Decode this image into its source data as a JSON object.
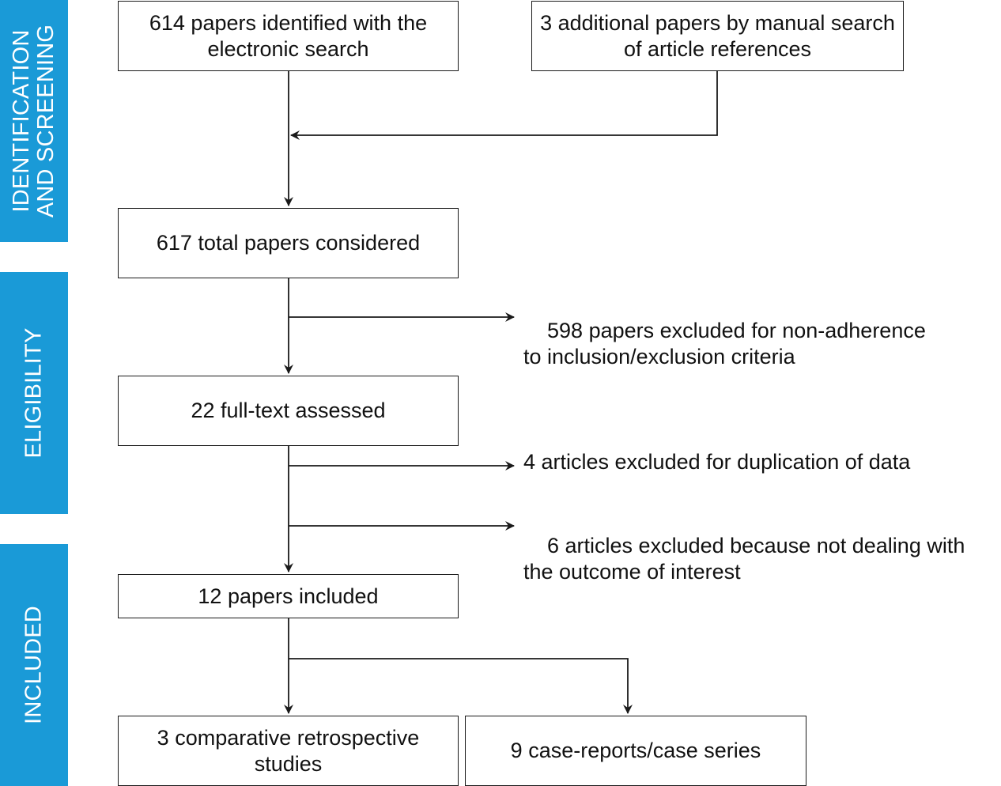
{
  "bands": {
    "identification": "IDENTIFICATION\nAND SCREENING",
    "eligibility": "ELIGIBILITY",
    "included": "INCLUDED"
  },
  "boxes": {
    "electronic_search": "614 papers identified with the electronic search",
    "manual_search": "3 additional papers by manual search of article references",
    "total_considered": "617 total papers considered",
    "full_text_assessed": "22 full-text assessed",
    "papers_included": "12 papers included",
    "comparative_studies": "3 comparative retrospective studies",
    "case_reports": "9 case-reports/case series"
  },
  "exclusions": {
    "non_adherence": "598 papers excluded for non-adherence\nto inclusion/exclusion criteria",
    "duplication": "4 articles excluded for duplication of data",
    "outcome": "6 articles excluded because not dealing with\nthe outcome of interest"
  },
  "colors": {
    "band_blue": "#1a9ad7",
    "line": "#1a1a1a"
  }
}
